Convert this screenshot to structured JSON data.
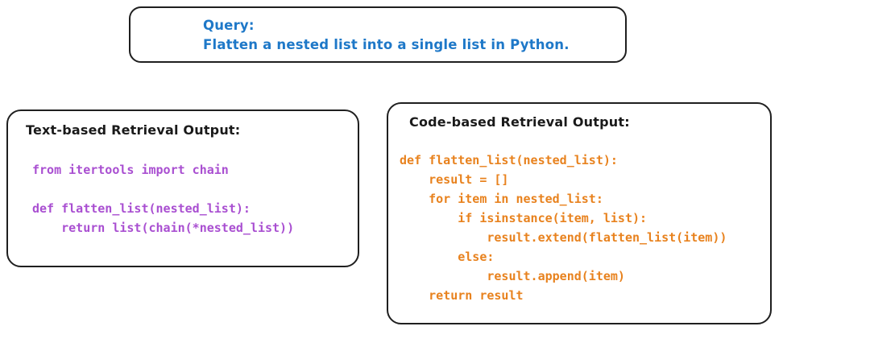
{
  "query_box": {
    "label": "Query:",
    "text": "Flatten a nested list into a single list in Python."
  },
  "text_retrieval": {
    "title": "Text-based Retrieval Output:",
    "code": "from itertools import chain\n\ndef flatten_list(nested_list):\n    return list(chain(*nested_list))"
  },
  "code_retrieval": {
    "title": "Code-based Retrieval Output:",
    "code": "def flatten_list(nested_list):\n    result = []\n    for item in nested_list:\n        if isinstance(item, list):\n            result.extend(flatten_list(item))\n        else:\n            result.append(item)\n    return result"
  },
  "colors": {
    "query_text": "#1e78c8",
    "text_retrieval_code": "#a94fd1",
    "code_retrieval_code": "#e8821e",
    "border": "#1f1f1f"
  }
}
